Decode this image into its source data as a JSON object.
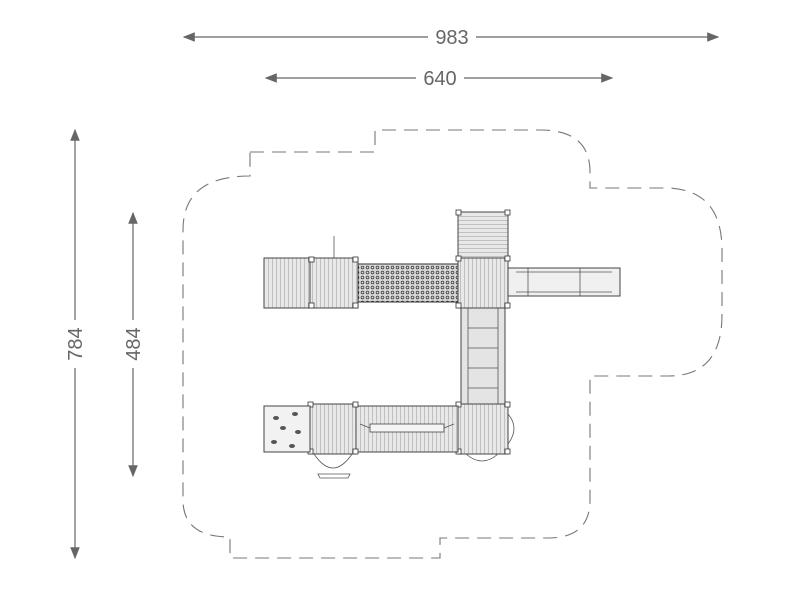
{
  "dimensions": {
    "overall_width": "983",
    "play_width": "640",
    "overall_depth": "784",
    "play_depth": "484"
  },
  "colors": {
    "dimension_line": "#666666",
    "structure_stroke": "#444444",
    "deck_fill": "#e4e4e4",
    "safety_zone": "#777777"
  }
}
